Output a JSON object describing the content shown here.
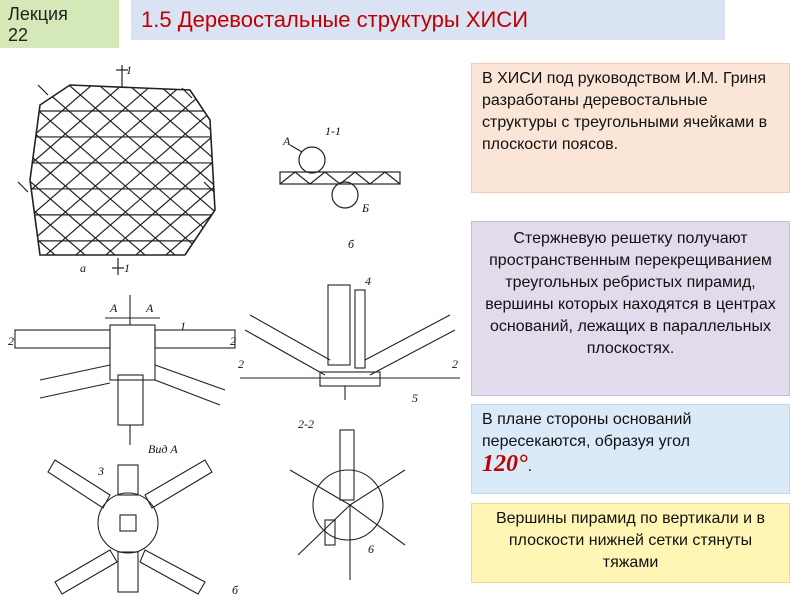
{
  "header": {
    "lecture_label": "Лекция",
    "lecture_number": "22",
    "title": "1.5 Деревостальные структуры ХИСИ"
  },
  "figure": {
    "labels": {
      "section_1_1": "1-1",
      "node_a": "А",
      "node_b": "Б",
      "sub_a": "а",
      "sub_b": "б",
      "view_a": "Вид А",
      "section_2_2": "2-2",
      "cut_1": "1",
      "cut_2": "2",
      "num_1": "1",
      "num_3": "3",
      "num_4": "4",
      "num_5": "5",
      "num_6": "6",
      "arrow_a": "А"
    }
  },
  "text_boxes": {
    "box1": "В ХИСИ под руководством И.М. Гриня разработаны деревостальные структуры с треугольными ячейками в плоскости поясов.",
    "box2": "Стержневую решетку получают пространственным перекрещиванием треугольных ребристых пирамид, вершины которых находятся в центрах оснований, лежащих в параллельных плоскостях.",
    "box3_text": "В плане стороны оснований пересекаются, образуя угол",
    "box3_angle": "120°",
    "box3_end": ".",
    "box4": "Вершины пирамид по вертикали и в плоскости нижней сетки стянуты тяжами"
  },
  "colors": {
    "title_text": "#c00000",
    "lecture_bg": "#d5e9b8",
    "title_bg": "#dae3f3",
    "box1_bg": "#fbe5d6",
    "box2_bg": "#e2dbec",
    "box3_bg": "#dbeaf8",
    "box4_bg": "#fff6b6"
  }
}
